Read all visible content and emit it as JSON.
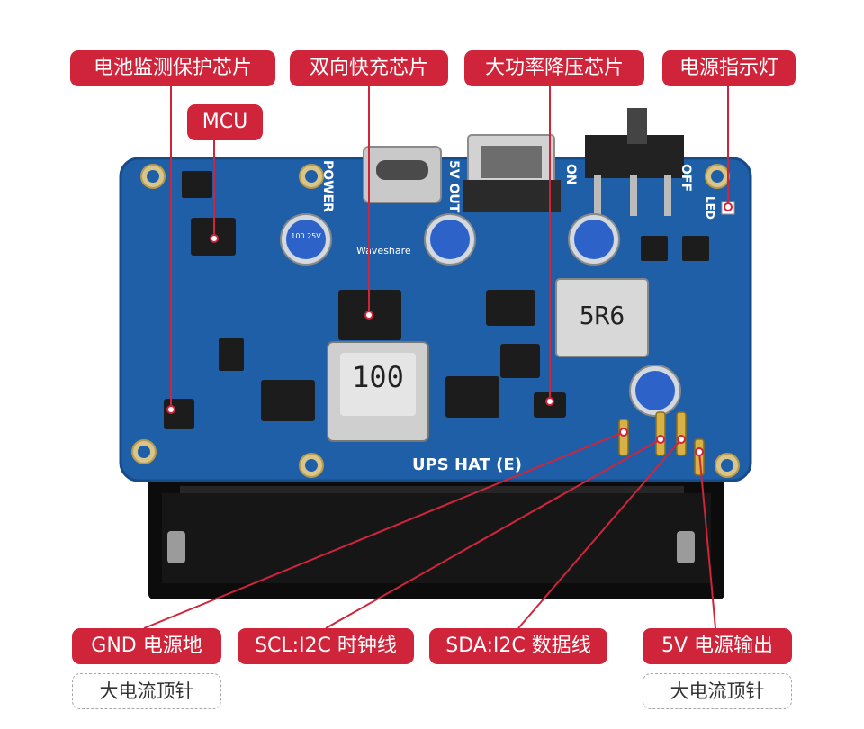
{
  "colors": {
    "label_red": "#d0243b",
    "pcb_blue": "#1f5fa8",
    "connector_line": "#d0243b"
  },
  "top_labels": {
    "battery_monitor": "电池监测保护芯片",
    "mcu": "MCU",
    "bidirectional_charger": "双向快充芯片",
    "buck_converter": "大功率降压芯片",
    "power_led": "电源指示灯"
  },
  "bottom_labels": {
    "gnd": "GND 电源地",
    "scl": "SCL:I2C 时钟线",
    "sda": "SDA:I2C 数据线",
    "v5": "5V 电源输出"
  },
  "sub_labels": {
    "gnd_note": "大电流顶针",
    "v5_note": "大电流顶针"
  },
  "board": {
    "name": "UPS HAT (E)",
    "brand": "Waveshare",
    "silk_power": "POWER",
    "silk_5v_out": "5V OUT",
    "silk_on": "ON",
    "silk_off": "OFF",
    "silk_led": "LED",
    "inductor_big": "100",
    "inductor_small": "5R6",
    "cap_text": "100 25V"
  }
}
